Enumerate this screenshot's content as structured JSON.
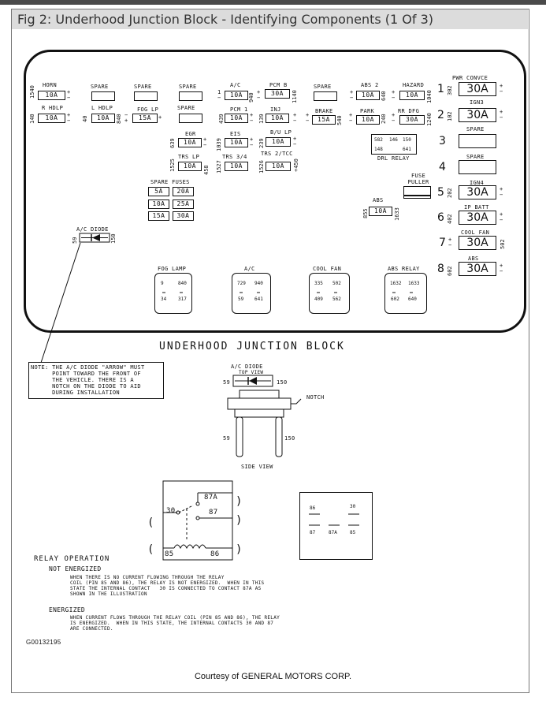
{
  "title": "Fig 2: Underhood Junction Block - Identifying Components (1 Of 3)",
  "row1": [
    {
      "label": "HORN",
      "value": "10A",
      "pin": "1540"
    },
    {
      "label": "SPARE",
      "value": ""
    },
    {
      "label": "SPARE",
      "value": ""
    },
    {
      "label": "SPARE",
      "value": ""
    },
    {
      "label": "A/C",
      "value": "10A",
      "pin": "940"
    },
    {
      "label": "PCM B",
      "value": "30A",
      "pin": "1140"
    },
    {
      "label": "SPARE",
      "value": ""
    },
    {
      "label": "ABS 2",
      "value": "10A",
      "pin": "640"
    },
    {
      "label": "HAZARD",
      "value": "10A",
      "pin": "1040"
    }
  ],
  "row2": [
    {
      "label": "R HDLP",
      "value": "10A",
      "pin": "140"
    },
    {
      "label": "L HDLP",
      "value": "10A",
      "pin": "40"
    },
    {
      "label": "FOG LP",
      "value": "15A",
      "pin": "840"
    },
    {
      "label": "SPARE",
      "value": ""
    },
    {
      "label": "PCM 1",
      "value": "10A",
      "pin": "439"
    },
    {
      "label": "INJ",
      "value": "10A",
      "pin": "139"
    },
    {
      "label": "BRAKE",
      "value": "15A",
      "pin": "540"
    },
    {
      "label": "PARK",
      "value": "10A",
      "pin": "240"
    },
    {
      "label": "RR DFG",
      "value": "30A",
      "pin": "1240"
    }
  ],
  "row3": [
    {
      "label": "EGR",
      "value": "10A",
      "pin": "639"
    },
    {
      "label": "EIS",
      "value": "10A",
      "pin": "1039"
    },
    {
      "label": "B/U LP",
      "value": "10A",
      "pin": "239"
    }
  ],
  "row4": [
    {
      "label": "TRS LP",
      "value": "10A",
      "pin": "1525"
    },
    {
      "label": "TRS 3/4",
      "value": "10A",
      "pin": "1527"
    },
    {
      "label": "TRS 2/TCC",
      "value": "10A",
      "pin": "1526"
    }
  ],
  "spare_fuses": {
    "label": "SPARE FUSES",
    "values": [
      "5A",
      "20A",
      "10A",
      "25A",
      "15A",
      "30A"
    ]
  },
  "drl_relay": {
    "label": "DRL RELAY",
    "pins": [
      "582",
      "146",
      "150",
      "148",
      "641"
    ]
  },
  "fuse_puller": "FUSE PULLER",
  "abs_fuse": {
    "label": "ABS",
    "value": "10A",
    "pins": [
      "855",
      "1633"
    ]
  },
  "ac_diode": {
    "label": "A/C DIODE",
    "pins": [
      "59",
      "150"
    ]
  },
  "maxi_fuses": [
    {
      "num": "1",
      "label": "PWR CONVCE",
      "value": "30A",
      "pin": "302"
    },
    {
      "num": "2",
      "label": "IGN3",
      "value": "30A",
      "pin": "102"
    },
    {
      "num": "3",
      "label": "SPARE",
      "value": ""
    },
    {
      "num": "4",
      "label": "SPARE",
      "value": ""
    },
    {
      "num": "5",
      "label": "IGN4",
      "value": "30A",
      "pin": "202"
    },
    {
      "num": "6",
      "label": "IP BATT",
      "value": "30A",
      "pin": "402"
    },
    {
      "num": "7",
      "label": "COOL FAN",
      "value": "30A",
      "pin": "502"
    },
    {
      "num": "8",
      "label": "ABS",
      "value": "30A",
      "pin": "602"
    }
  ],
  "relays": [
    {
      "label": "FOG LAMP",
      "pins": [
        "9",
        "840",
        "34",
        "317"
      ]
    },
    {
      "label": "A/C",
      "pins": [
        "729",
        "940",
        "59",
        "641"
      ]
    },
    {
      "label": "COOL FAN",
      "pins": [
        "335",
        "502",
        "409",
        "562"
      ]
    },
    {
      "label": "ABS RELAY",
      "pins": [
        "1632",
        "1633",
        "602",
        "640"
      ]
    }
  ],
  "block_title": "UNDERHOOD JUNCTION BLOCK",
  "note": "NOTE: THE A/C DIODE \"ARROW\" MUST\n      POINT TOWARD THE FRONT OF\n      THE VEHICLE. THERE IS A\n      NOTCH ON THE DIODE TO AID\n      DURING INSTALLATION",
  "diode_detail": {
    "label": "A/C DIODE",
    "top_view": "TOP VIEW",
    "side_view": "SIDE VIEW",
    "notch": "NOTCH",
    "pin_left": "59",
    "pin_right": "150"
  },
  "relay_schematic": {
    "p30": "30",
    "p87a": "87A",
    "p87": "87",
    "p85": "85",
    "p86": "86"
  },
  "relay_pinout": {
    "top_left": "86",
    "top_right": "30",
    "bottom": [
      "87",
      "87A",
      "85"
    ]
  },
  "relay_operation": {
    "heading": "RELAY OPERATION",
    "not_energized_label": "NOT ENERGIZED",
    "not_energized_text": "WHEN THERE IS NO CURRENT FLOWING THROUGH THE RELAY\nCOIL (PIN 85 AND 86), THE RELAY IS NOT ENERGIZED.  WHEN IN THIS\nSTATE THE INTERNAL CONTACT   30 IS CONNECTED TO CONTACT 87A AS\nSHOWN IN THE ILLUSTRATION",
    "energized_label": "ENERGIZED",
    "energized_text": "WHEN CURRENT FLOWS THROUGH THE RELAY COIL (PIN 85 AND 86), THE RELAY\nIS ENERGIZED.  WHEN IN THIS STATE, THE INTERNAL CONTACTS 30 AND 87\nARE CONNECTED."
  },
  "figure_id": "G00132195",
  "courtesy": "Courtesy of GENERAL MOTORS CORP."
}
